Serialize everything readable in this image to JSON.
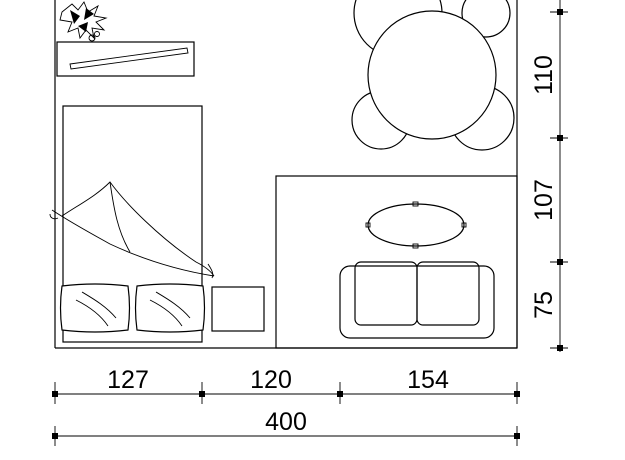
{
  "dimensions": {
    "bottom_segments": [
      "127",
      "120",
      "154"
    ],
    "bottom_total": "400",
    "right_segments": [
      "110",
      "107",
      "75"
    ]
  },
  "colors": {
    "line": "#000000",
    "background": "#ffffff"
  },
  "icons": {
    "plant": "potted-plant-icon",
    "bed": "bed-icon",
    "pillow": "pillow-icon",
    "sofa": "sofa-icon",
    "table": "round-table-icon",
    "chair": "chair-icon"
  }
}
